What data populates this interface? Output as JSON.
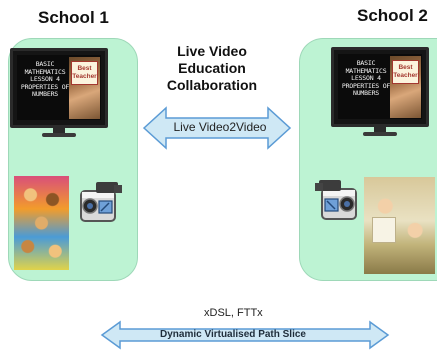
{
  "schools": [
    {
      "title": "School 1"
    },
    {
      "title": "School 2"
    }
  ],
  "heading": [
    "Live Video",
    "Education",
    "Collaboration"
  ],
  "video_arrow_label": "Live Video2Video",
  "network_label": "xDSL, FTTx",
  "path_arrow_label": "Dynamic Virtualised Path Slice",
  "tv_slide": {
    "lines": [
      "BASIC",
      "MATHEMATICS",
      "LESSON 4",
      "PROPERTIES OF",
      "NUMBERS"
    ],
    "badge": [
      "Best",
      "Teacher"
    ]
  },
  "colors": {
    "panel": "#bdf3d3",
    "arrow_fill": "#cfe8f5",
    "arrow_stroke": "#5b9bd5"
  }
}
